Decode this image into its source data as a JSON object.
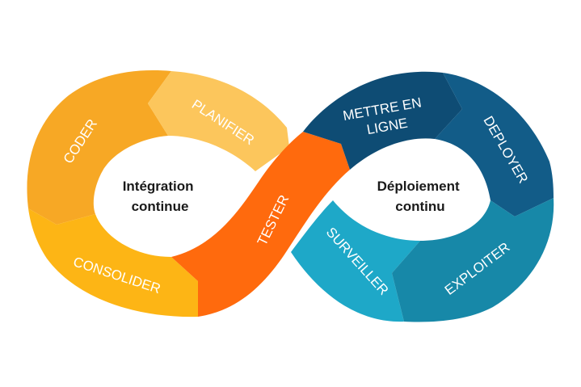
{
  "center": {
    "left": [
      "Intégration",
      "continue"
    ],
    "right": [
      "Déploiement",
      "continu"
    ]
  },
  "segments": {
    "coder": {
      "label": "CODER",
      "color": "#F7A825"
    },
    "planifier": {
      "label": "PLANIFIER",
      "color": "#FCC65C"
    },
    "consolider": {
      "label": "CONSOLIDER",
      "color": "#FDB515"
    },
    "tester": {
      "label": "TESTER",
      "color": "#FF6A0D"
    },
    "mettre_en_ligne": {
      "label": [
        "METTRE EN",
        "LIGNE"
      ],
      "color": "#0E4C74"
    },
    "deployer": {
      "label": "DEPLOYER",
      "color": "#125C88"
    },
    "surveiller": {
      "label": "SURVEILLER",
      "color": "#1EA8C8"
    },
    "exploiter": {
      "label": "EXPLOITER",
      "color": "#1788A8"
    }
  }
}
